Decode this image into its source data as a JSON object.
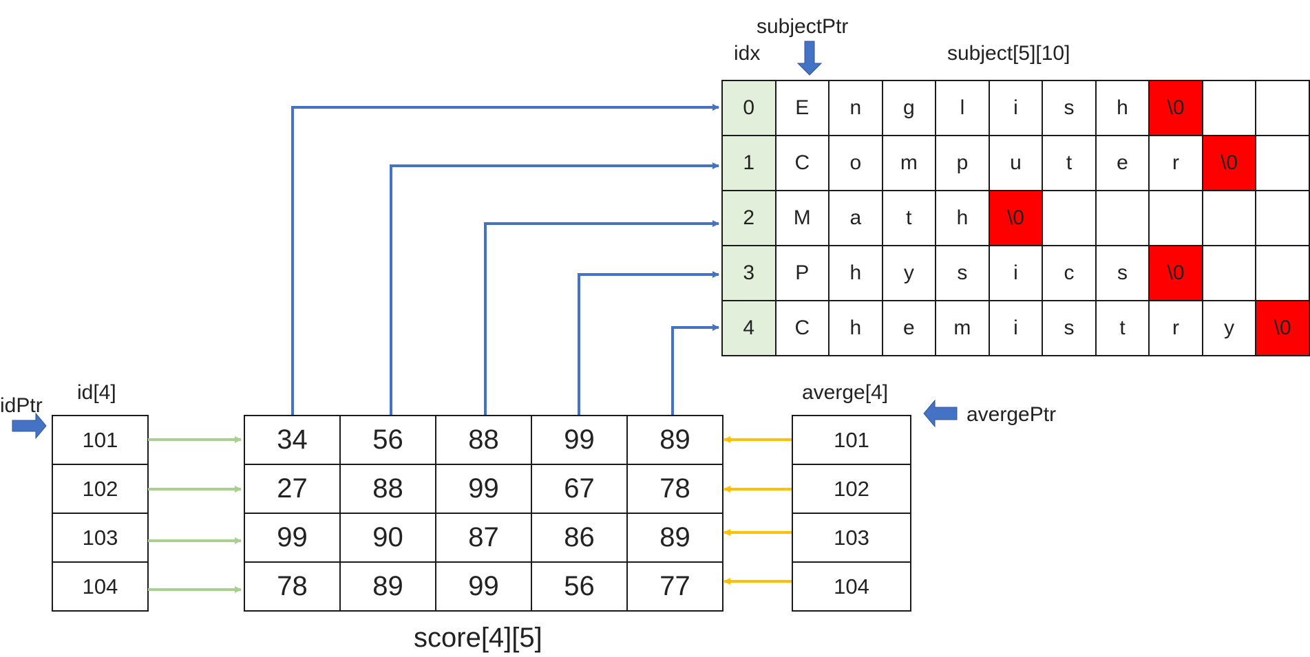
{
  "labels": {
    "subject_ptr": "subjectPtr",
    "idx": "idx",
    "subject_array": "subject[5][10]",
    "id_ptr": "idPtr",
    "id_array": "id[4]",
    "averge_array": "averge[4]",
    "averge_ptr": "avergePtr",
    "score_array": "score[4][5]"
  },
  "subject_rows": [
    {
      "idx": "0",
      "chars": [
        "E",
        "n",
        "g",
        "l",
        "i",
        "s",
        "h",
        "\\0",
        "",
        ""
      ]
    },
    {
      "idx": "1",
      "chars": [
        "C",
        "o",
        "m",
        "p",
        "u",
        "t",
        "e",
        "r",
        "\\0",
        ""
      ]
    },
    {
      "idx": "2",
      "chars": [
        "M",
        "a",
        "t",
        "h",
        "\\0",
        "",
        "",
        "",
        "",
        ""
      ]
    },
    {
      "idx": "3",
      "chars": [
        "P",
        "h",
        "y",
        "s",
        "i",
        "c",
        "s",
        "\\0",
        "",
        ""
      ]
    },
    {
      "idx": "4",
      "chars": [
        "C",
        "h",
        "e",
        "m",
        "i",
        "s",
        "t",
        "r",
        "y",
        "\\0"
      ]
    }
  ],
  "id": [
    "101",
    "102",
    "103",
    "104"
  ],
  "score": [
    [
      "34",
      "56",
      "88",
      "99",
      "89"
    ],
    [
      "27",
      "88",
      "99",
      "67",
      "78"
    ],
    [
      "99",
      "90",
      "87",
      "86",
      "89"
    ],
    [
      "78",
      "89",
      "99",
      "56",
      "77"
    ]
  ],
  "averge": [
    "101",
    "102",
    "103",
    "104"
  ],
  "colors": {
    "pointer_arrow": "#4472c4",
    "id_arrow": "#a9d18e",
    "averge_arrow": "#ffc000",
    "terminator_fill": "#ff0000",
    "idx_fill": "#e2efda"
  }
}
